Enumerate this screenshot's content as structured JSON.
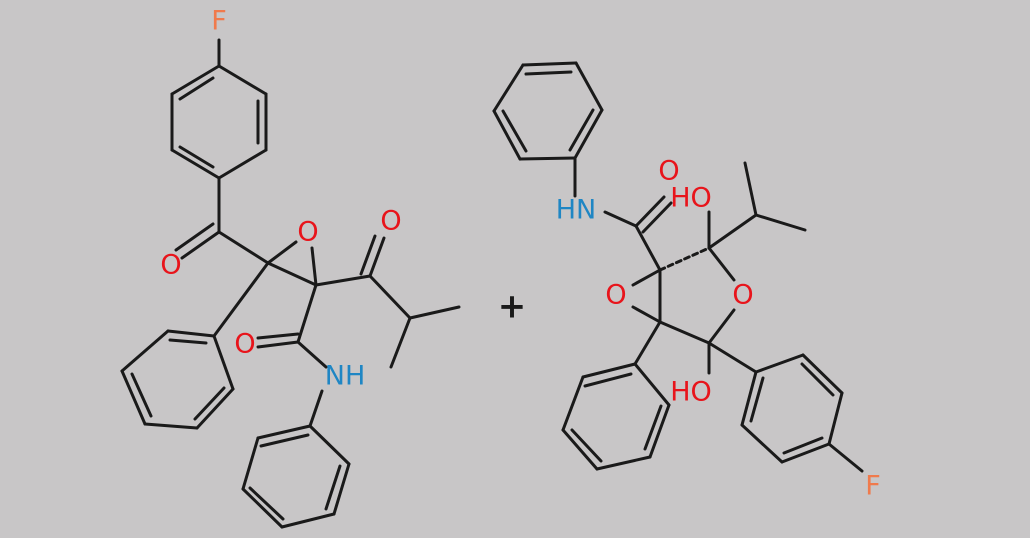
{
  "colors": {
    "background": "#c8c6c7",
    "bond": "#1a1a1a",
    "oxygen": "#e8141b",
    "nitrogen": "#1f86c4",
    "fluorine": "#f07a4c"
  },
  "reaction": {
    "operator": "+",
    "left_molecule": {
      "labels": {
        "fluorine": "F",
        "epoxide_oxygen": "O",
        "aryl_ketone_oxygen": "O",
        "alkyl_ketone_oxygen": "O",
        "amide_oxygen": "O",
        "amide_nitrogen": "NH"
      }
    },
    "right_molecule": {
      "labels": {
        "amide_oxygen": "O",
        "amide_nitrogen": "HN",
        "hydroxyl_top": "HO",
        "hydroxyl_bottom": "HO",
        "ring_oxygen": "O",
        "epoxide_oxygen": "O",
        "fluorine": "F"
      }
    }
  }
}
